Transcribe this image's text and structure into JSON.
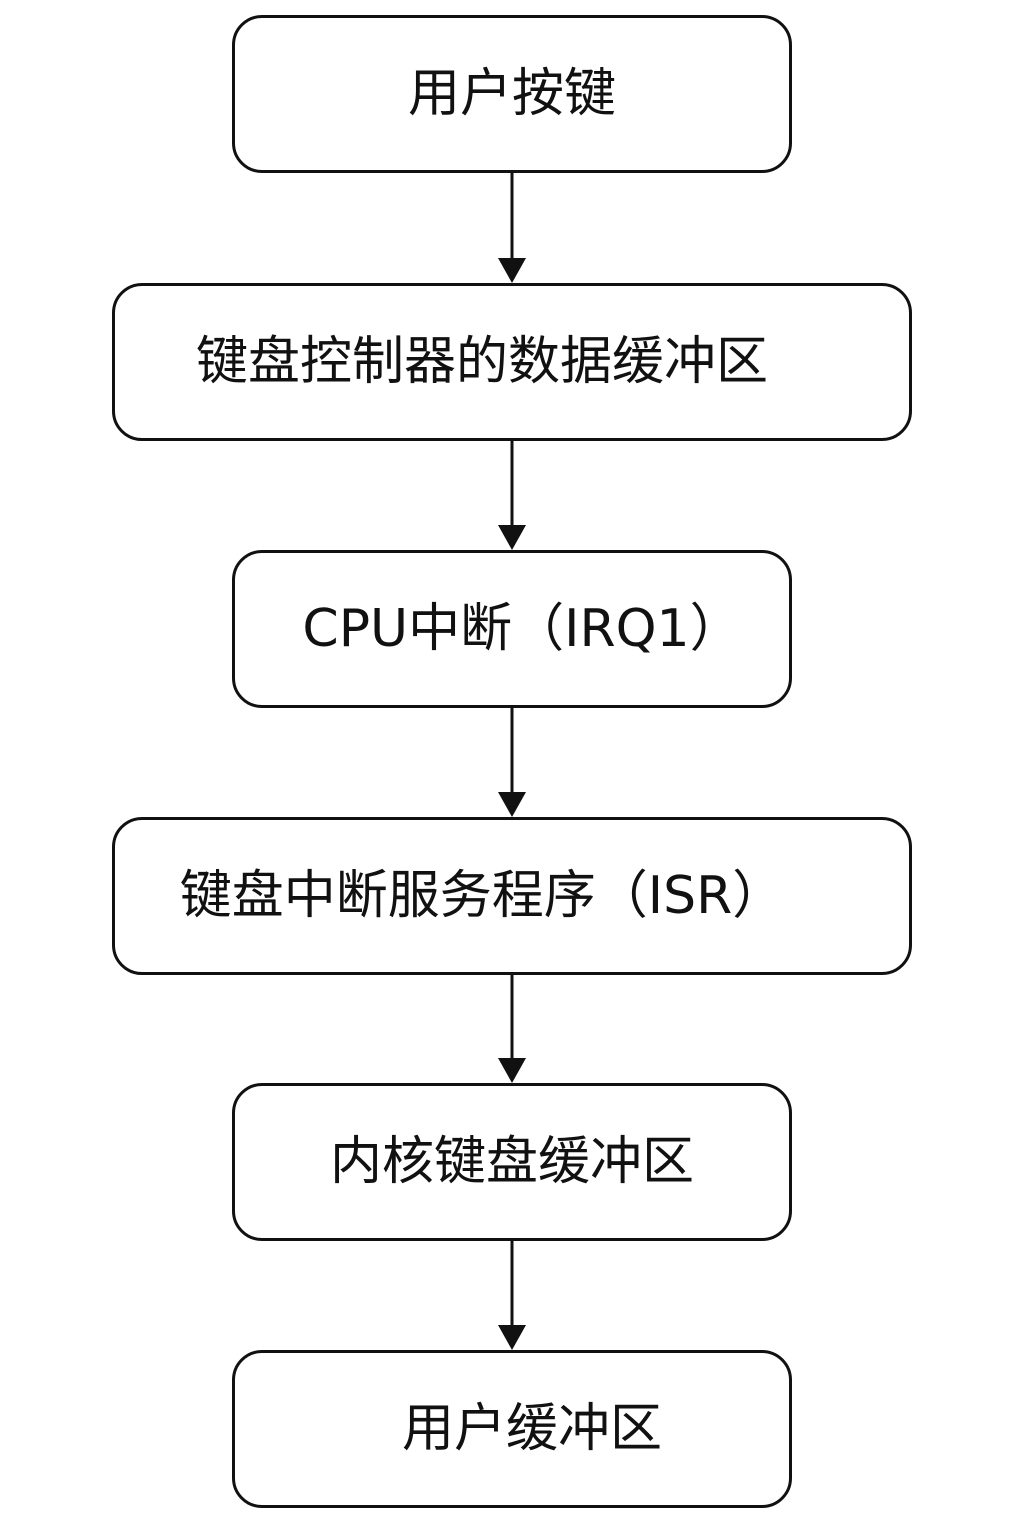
{
  "flowchart": {
    "nodes": [
      {
        "id": "n1",
        "label": "用户按键"
      },
      {
        "id": "n2",
        "label": "键盘控制器的数据缓冲区"
      },
      {
        "id": "n3",
        "label": "CPU中断（IRQ1）"
      },
      {
        "id": "n4",
        "label": "键盘中断服务程序（ISR）"
      },
      {
        "id": "n5",
        "label": "内核键盘缓冲区"
      },
      {
        "id": "n6",
        "label": "用户缓冲区"
      }
    ],
    "edges": [
      {
        "from": "n1",
        "to": "n2"
      },
      {
        "from": "n2",
        "to": "n3"
      },
      {
        "from": "n3",
        "to": "n4"
      },
      {
        "from": "n4",
        "to": "n5"
      },
      {
        "from": "n5",
        "to": "n6"
      }
    ]
  },
  "colors": {
    "stroke": "#111111",
    "background": "#ffffff"
  }
}
